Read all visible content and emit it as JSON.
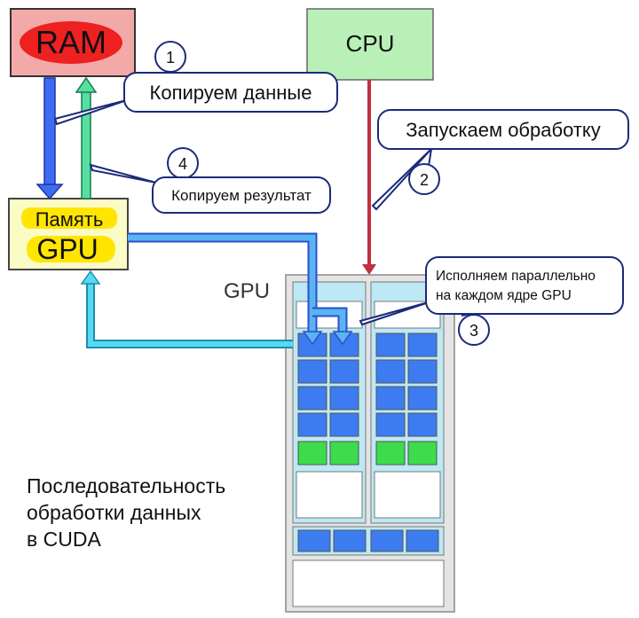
{
  "blocks": {
    "ram": {
      "label": "RAM"
    },
    "cpu": {
      "label": "CPU"
    },
    "gpu_memory": {
      "line1": "Память",
      "line2": "GPU"
    },
    "gpu": {
      "label": "GPU"
    }
  },
  "steps": [
    {
      "number": "1",
      "text": "Копируем данные"
    },
    {
      "number": "2",
      "text": "Запускаем обработку"
    },
    {
      "number": "3",
      "text_line1": "Исполняем параллельно",
      "text_line2": "на каждом ядре GPU"
    },
    {
      "number": "4",
      "text": "Копируем результат"
    }
  ],
  "caption": {
    "line1": "Последовательность",
    "line2": "обработки данных",
    "line3": "в CUDA"
  },
  "colors": {
    "ram_fill": "#f4a9a9",
    "ram_highlight": "#ee2020",
    "cpu_fill": "#b8f0b8",
    "gpu_mem_fill": "#fbfbc6",
    "gpu_mem_highlight": "#ffe500",
    "copy_to_gpu": "#3d6cf0",
    "copy_back": "#55e0a0",
    "launch": "#c03040",
    "result": "#5ad8f0",
    "core_blue": "#3d7cf0",
    "core_green": "#3cdc4c",
    "gpu_frame": "#bde8f4"
  }
}
